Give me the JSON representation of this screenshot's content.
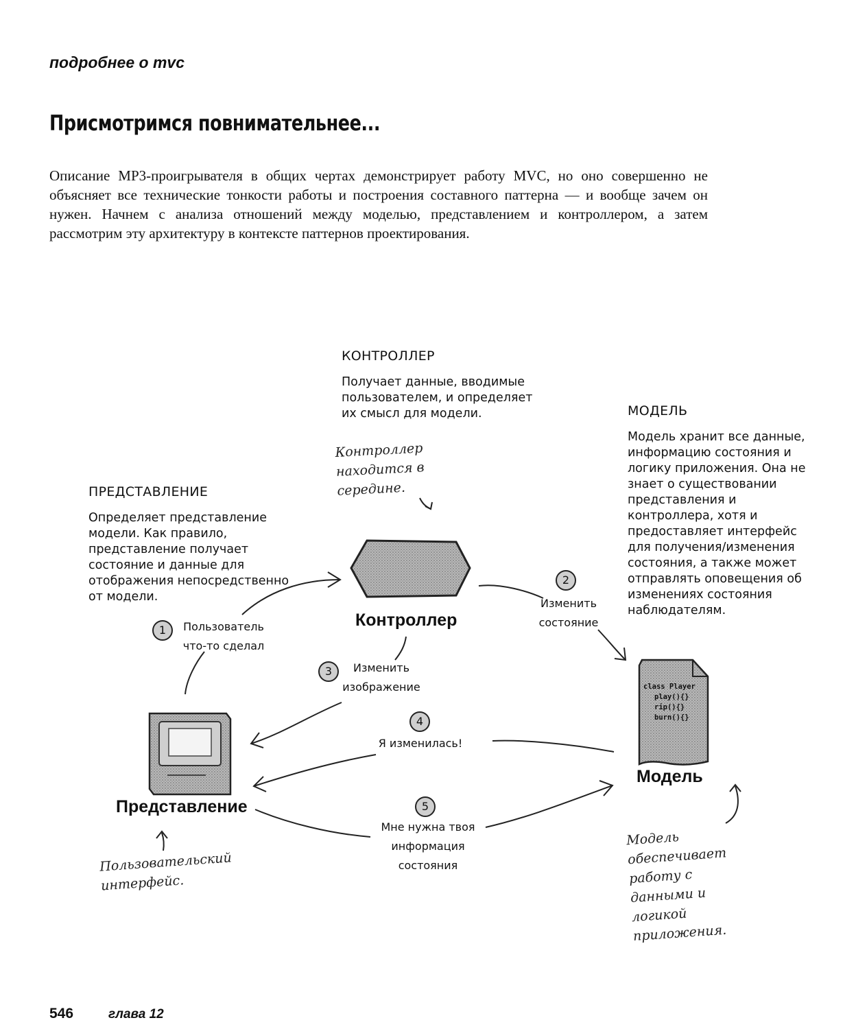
{
  "page": {
    "header": "подробнее о mvc",
    "title": "Присмотримся повнимательнее...",
    "intro": "Описание MP3-проигрывателя в общих чертах демонстрирует работу MVC, но оно совершенно не объясняет все технические тонкости работы и построения составного паттерна — и вообще зачем он нужен. Начнем с анализа отношений между моделью, представлением и контроллером, а затем рассмотрим эту архитектуру в контексте паттернов проектирования.",
    "page_number": "546",
    "chapter": "глава 12"
  },
  "controller": {
    "heading": "КОНТРОЛЛЕР",
    "description": "Получает данные, вводимые пользователем, и определяет их смысл для модели.",
    "note": "Контроллер находится в середине.",
    "label": "Контроллер"
  },
  "model": {
    "heading": "МОДЕЛЬ",
    "description": "Модель хранит все данные, информацию состояния и логику приложения. Она не знает о существовании представления и контроллера, хотя и предоставляет интерфейс для получения/изменения состояния, а также может отправлять оповещения об изменениях состояния наблюдателям.",
    "label": "Модель",
    "note": "Модель обеспечивает работу с данными и логикой приложения.",
    "code": [
      "class Player",
      "play(){}",
      "rip(){}",
      "burn(){}"
    ]
  },
  "view": {
    "heading": "ПРЕДСТАВЛЕНИЕ",
    "description": "Определяет представление модели. Как правило, представление получает состояние и данные для отображения непосредственно от модели.",
    "label": "Представление",
    "note": "Пользовательский интерфейс."
  },
  "steps": [
    {
      "num": "1",
      "text": "Пользователь что-то сделал"
    },
    {
      "num": "2",
      "text": "Изменить состояние"
    },
    {
      "num": "3",
      "text": "Изменить изображение"
    },
    {
      "num": "4",
      "text": "Я изменилась!"
    },
    {
      "num": "5",
      "text": "Мне нужна твоя информация состояния"
    }
  ]
}
